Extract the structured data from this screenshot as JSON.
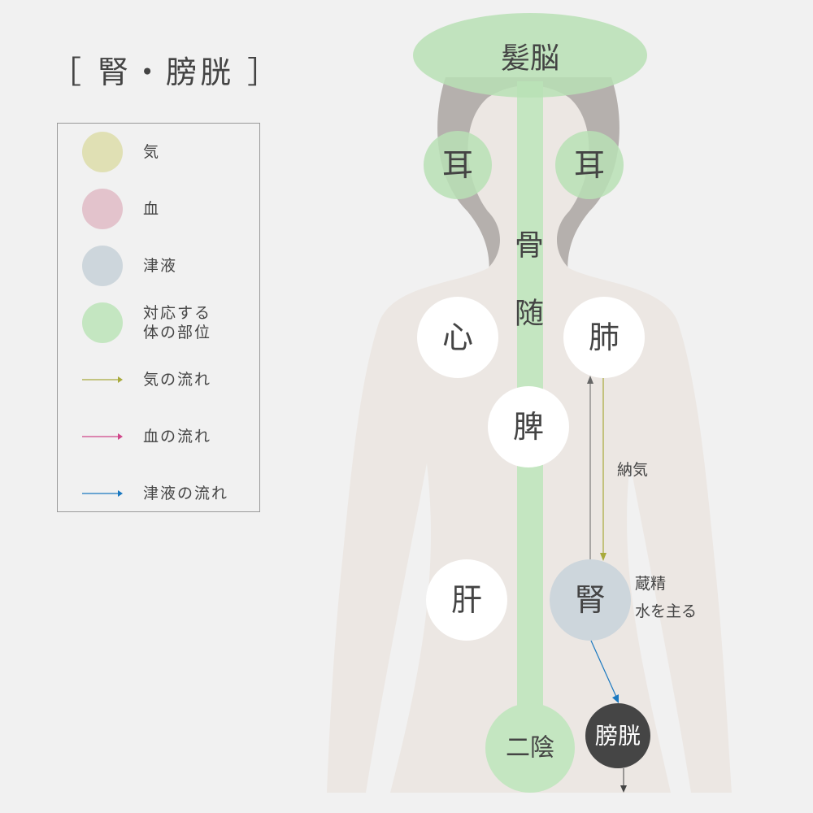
{
  "title": "［ 腎・膀胱 ］",
  "legend": {
    "items": [
      {
        "label": "気",
        "color": "#e0e0b4"
      },
      {
        "label": "血",
        "color": "#e3c3cc"
      },
      {
        "label": "津液",
        "color": "#cdd6dc"
      },
      {
        "label_line1": "対応する",
        "label_line2": "体の部位",
        "color": "#c4e6c1"
      }
    ],
    "arrows": [
      {
        "label": "気の流れ",
        "color": "#a8aa3c"
      },
      {
        "label": "血の流れ",
        "color": "#d0468a"
      },
      {
        "label": "津液の流れ",
        "color": "#1a78c0"
      }
    ]
  },
  "diagram": {
    "brain": "髪脳",
    "ear_left": "耳",
    "ear_right": "耳",
    "bone1": "骨",
    "bone2": "随",
    "heart": "心",
    "lung": "肺",
    "spleen": "脾",
    "liver": "肝",
    "kidney": "腎",
    "genitals": "二陰",
    "bladder": "膀胱",
    "nouki": "納気",
    "kidney_note1": "蔵精",
    "kidney_note2": "水を主る"
  }
}
